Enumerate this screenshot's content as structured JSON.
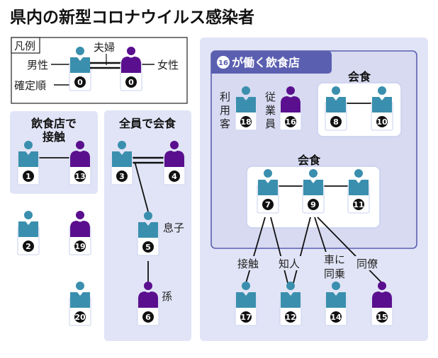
{
  "title": "県内の新型コロナウイルス感染者",
  "colors": {
    "male": "#3a8fae",
    "female": "#5a0f8e",
    "panel_bg": "#e1e4f6",
    "inner_panel_bg": "#d7daf1",
    "inner_border": "#5b5fb0",
    "header_bg": "#5b5fb0",
    "card_bg": "#ffffff",
    "card_border": "#c9d0ee",
    "badge": "#111111",
    "line": "#111111"
  },
  "legend": {
    "box_label": "凡例",
    "male_label": "男性",
    "female_label": "女性",
    "couple_label": "夫婦",
    "order_label": "確定順",
    "sample_number": "0"
  },
  "groups": {
    "restaurant_contact": {
      "title_line1": "飲食店で",
      "title_line2": "接触"
    },
    "family_dinner": {
      "title": "全員で会食",
      "son_label": "息子",
      "grandchild_label": "孫"
    },
    "restaurant16": {
      "header_number": "16",
      "header_text": "が働く飲食店",
      "customer_label": "利用客",
      "employee_label": "従業員",
      "dinner_a_title": "会食",
      "dinner_b_title": "会食"
    },
    "relations": {
      "contact": "接触",
      "acquaintance": "知人",
      "car_line1": "車に",
      "car_line2": "同乗",
      "coworker": "同僚"
    }
  },
  "persons": [
    {
      "id": "p1",
      "number": "1",
      "sex": "male"
    },
    {
      "id": "p13",
      "number": "13",
      "sex": "female"
    },
    {
      "id": "p2",
      "number": "2",
      "sex": "male"
    },
    {
      "id": "p19",
      "number": "19",
      "sex": "female"
    },
    {
      "id": "p20",
      "number": "20",
      "sex": "male"
    },
    {
      "id": "p3",
      "number": "3",
      "sex": "male"
    },
    {
      "id": "p4",
      "number": "4",
      "sex": "female"
    },
    {
      "id": "p5",
      "number": "5",
      "sex": "male"
    },
    {
      "id": "p6",
      "number": "6",
      "sex": "female"
    },
    {
      "id": "p18",
      "number": "18",
      "sex": "male"
    },
    {
      "id": "p16",
      "number": "16",
      "sex": "female"
    },
    {
      "id": "p8",
      "number": "8",
      "sex": "male"
    },
    {
      "id": "p10",
      "number": "10",
      "sex": "male"
    },
    {
      "id": "p7",
      "number": "7",
      "sex": "male"
    },
    {
      "id": "p9",
      "number": "9",
      "sex": "male"
    },
    {
      "id": "p11",
      "number": "11",
      "sex": "male"
    },
    {
      "id": "p17",
      "number": "17",
      "sex": "male"
    },
    {
      "id": "p12",
      "number": "12",
      "sex": "male"
    },
    {
      "id": "p14",
      "number": "14",
      "sex": "male"
    },
    {
      "id": "p15",
      "number": "15",
      "sex": "female"
    }
  ],
  "links": [
    {
      "from": "p1",
      "to": "p13",
      "type": "contact"
    },
    {
      "from": "p3",
      "to": "p4",
      "type": "couple"
    },
    {
      "from": "p3",
      "to": "p5",
      "type": "son"
    },
    {
      "from": "p5",
      "to": "p6",
      "type": "grandchild"
    },
    {
      "from": "p8",
      "to": "p10",
      "type": "dinner"
    },
    {
      "from": "p7",
      "to": "p9",
      "type": "dinner"
    },
    {
      "from": "p9",
      "to": "p11",
      "type": "dinner"
    },
    {
      "from": "p7",
      "to": "p17",
      "type": "contact"
    },
    {
      "from": "p7",
      "to": "p12",
      "type": "acquaintance"
    },
    {
      "from": "p9",
      "to": "p12",
      "type": "acquaintance"
    },
    {
      "from": "p9",
      "to": "p14",
      "type": "car"
    },
    {
      "from": "p9",
      "to": "p15",
      "type": "coworker"
    }
  ]
}
